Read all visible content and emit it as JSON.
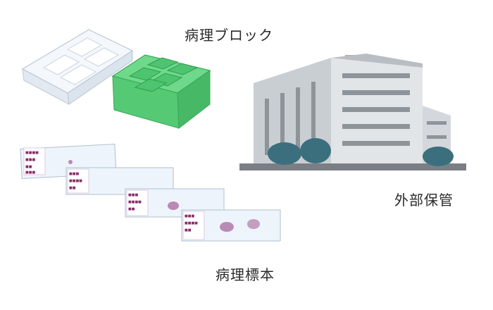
{
  "labels": {
    "pathology_blocks": "病理ブロック",
    "external_storage": "外部保管",
    "pathology_specimens": "病理標本"
  },
  "colors": {
    "cassette_white": "#f2f6fa",
    "cassette_green": "#5cd07a",
    "building_wall": "#d7dadd",
    "building_window": "#8d949a",
    "trees": "#3b6f7e",
    "ground": "#7a7f85",
    "slide_label": "#b23c8f",
    "tissue": "#b98bb4"
  }
}
